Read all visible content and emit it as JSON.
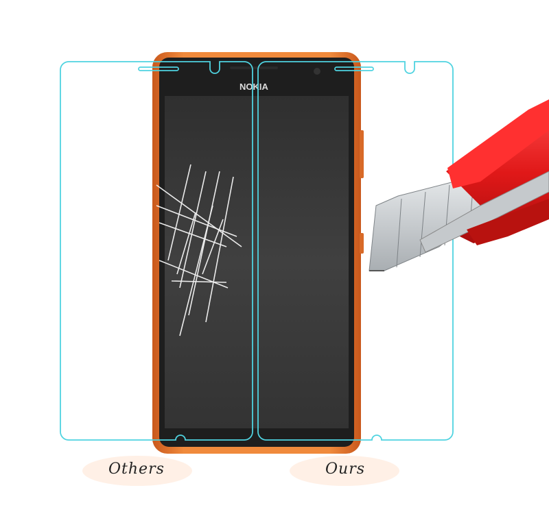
{
  "brand": "NOKIA",
  "captions": {
    "left": "Others",
    "right": "Ours"
  },
  "colors": {
    "phone_body": "#e8772e",
    "phone_screen": "#3a3a3a",
    "protector_outline": "#4fd3e0",
    "knife_handle": "#e3232a",
    "blade": "#cfd3d6"
  },
  "icons": {
    "scratches": "scratch-marks",
    "tool": "utility-knife"
  }
}
